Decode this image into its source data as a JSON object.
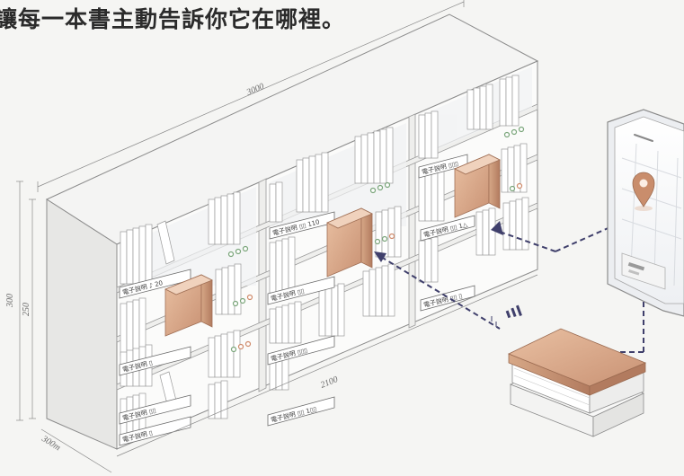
{
  "headline": "讓每一本書主動告訴你它在哪裡。",
  "dimensions": {
    "top_width": "3000",
    "left_height_outer": "300",
    "left_height_inner": "250",
    "bottom_width": "2100",
    "depth": "300m"
  },
  "shelf_tags": [
    "電子說明 ♪ 20",
    "電子說明 ▯▯ 110",
    "電子說明 ▯▯▯",
    "電子說明 ▯",
    "電子說明 ▯▯",
    "電子說明 ▯▯ 1△",
    "電子說明 ▯▯",
    "電子說明 ▯▯▯",
    "電子說明 ▯▯ ▯",
    "電子說明 ▯",
    "電子說明 ▯▯ 1▯▯"
  ],
  "colors": {
    "book_highlight": "#d9a889",
    "book_highlight_dark": "#b98466",
    "connector": "#3f3f6b",
    "panel": "#fbfbfa",
    "outline": "#8c8c8c"
  },
  "icons": {
    "phone": "smartphone-icon",
    "pin": "location-pin-icon",
    "books": "book-stack-icon",
    "signal": "signal-bars-icon"
  }
}
